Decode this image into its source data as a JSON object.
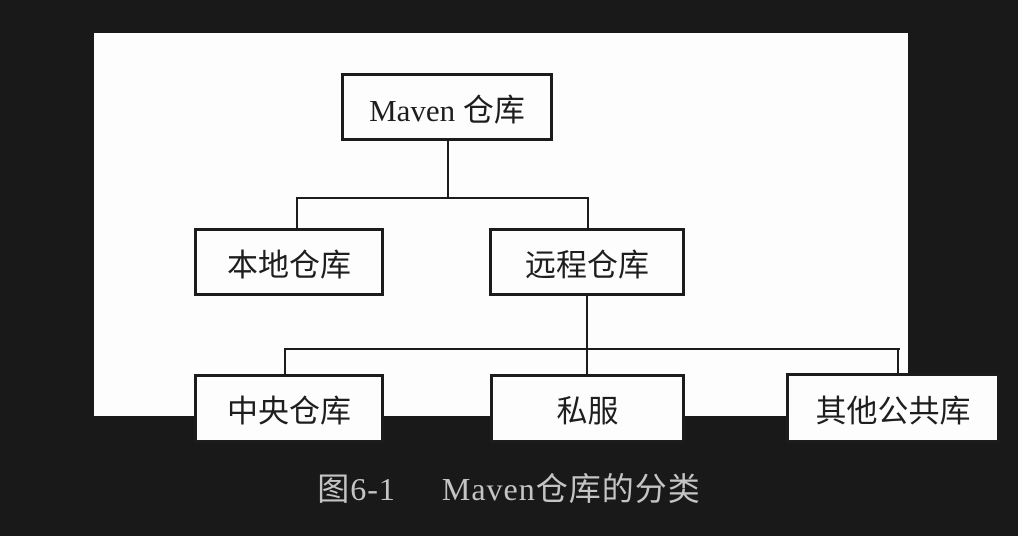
{
  "colors": {
    "page_background": "#191919",
    "panel_background": "#fdfdfd",
    "line_and_border": "#1c1c1c",
    "node_text": "#1e1e1e",
    "caption_text": "#c4c4c4"
  },
  "diagram": {
    "type": "tree",
    "nodes": [
      {
        "id": "maven-repo",
        "label": "Maven 仓库",
        "level": 1,
        "parent": null
      },
      {
        "id": "local-repo",
        "label": "本地仓库",
        "level": 2,
        "parent": "maven-repo"
      },
      {
        "id": "remote-repo",
        "label": "远程仓库",
        "level": 2,
        "parent": "maven-repo"
      },
      {
        "id": "central-repo",
        "label": "中央仓库",
        "level": 3,
        "parent": "remote-repo"
      },
      {
        "id": "private-server",
        "label": "私服",
        "level": 3,
        "parent": "remote-repo"
      },
      {
        "id": "other-public",
        "label": "其他公共库",
        "level": 3,
        "parent": "remote-repo"
      }
    ]
  },
  "caption": {
    "figure_label": "图6-1",
    "title": "Maven仓库的分类"
  }
}
